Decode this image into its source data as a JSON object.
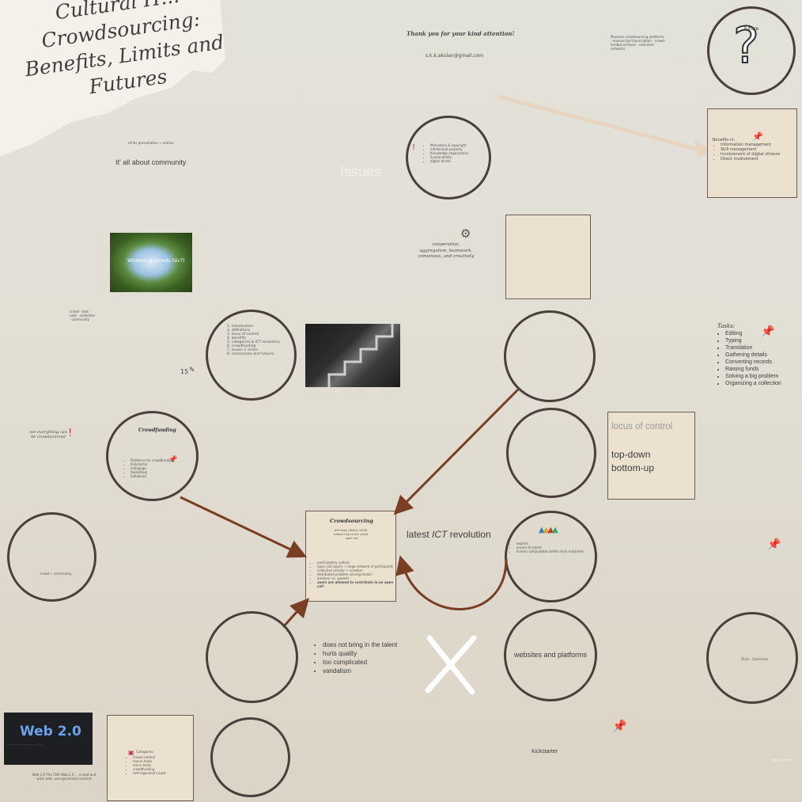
{
  "title": {
    "line1": "Cultural H...",
    "line2": "Crowdsourcing:",
    "line3": "Benefits, Limits and",
    "line4": "Futures"
  },
  "subtitle_small": "Ulrike presentation ~ outline",
  "its_all_about": "It' all about community",
  "thanks": "Thank you for your kind attention!",
  "email": "s.k.k.akulan@gmail.com",
  "future_label": "future",
  "topright_note": "Museum crowdsourcing platforms · manuscript transcription · crowd-funded archives · volunteer networks",
  "issues": "Issues",
  "issues_circle_items": [
    "Motivation & copyright",
    "intellectual property",
    "Knowledge organisation",
    "Sustainability",
    "digital divide"
  ],
  "benefits": {
    "head": "Benefits in:",
    "items": [
      "Information management",
      "Skill management",
      "Involvement of digital citizens",
      "Direct involvement"
    ]
  },
  "cooperation": "cooperation, aggregation, teamwork, consensus, and creativity",
  "wisdom_label": "Wisdom of crowds (sic?)",
  "left_tiny_note": "crowd · text · note · collective · community",
  "outline_items": [
    "1. introduction",
    "2. definitions",
    "3. locus of control",
    "4. benefits",
    "5. categories & ICT revolution",
    "6. crowdfunding",
    "7. issues + errors",
    "8. conclusions and futures"
  ],
  "page_number": "15",
  "tasks": {
    "head": "Tasks:",
    "items": [
      "Editing",
      "Typing",
      "Translation",
      "Gathering details",
      "Converting records",
      "Raising funds",
      "Solving a big problem",
      "Organizing a collection"
    ]
  },
  "not_everything": "not everything can be crowdsourced",
  "crowdfunding": {
    "title": "Crowdfunding",
    "items": [
      "Platforms for crowdfunding",
      "Kickstarter",
      "Indiegogo",
      "Rockethub",
      "Sellaband"
    ]
  },
  "locus": {
    "title": "locus of control",
    "l1": "top-down",
    "l2": "bottom-up"
  },
  "crowdsourcing": {
    "title": "Crowdsourcing",
    "note": "Jeff Howe (Wired, 2006) · outsourcing to the crowd · open call",
    "items": [
      "participatory culture",
      "open call (open) → large network of participants",
      "collective activity + creation",
      "distributed problem solving model",
      "amateur vs. experts"
    ],
    "last": "users are allowed to contribute in an open call"
  },
  "latest_ict": {
    "before": "latest ",
    "em": "ICT",
    "after": " revolution"
  },
  "experts_items": [
    "experts",
    "access to talent",
    "human computation better than machines"
  ],
  "circle_left_tiny": "crowd ~ community",
  "downsides": [
    "does not bring in the talent",
    "hurts quality",
    "too complicated",
    "vandalism"
  ],
  "websites": "websites and platforms",
  "right_circle_tiny": "Flickr · Commons",
  "web20": "Web 2.0",
  "web20_caption": "Web 2.0 The CMS Web 2.0 ... a read and write web, user-generated content",
  "categories": {
    "head": "Categories:",
    "items": [
      "crowd contest",
      "macro tasks",
      "micro tasks",
      "crowdfunding",
      "self-organised crowd"
    ]
  },
  "kickstarter": "Kickstarter",
  "bottom_right_faint": "Hey Ulrike",
  "colors": {
    "arrow": "#7a3e22",
    "circle": "#4a3f3b",
    "card": "#ece1cf",
    "accent": "#e8d5c0"
  }
}
